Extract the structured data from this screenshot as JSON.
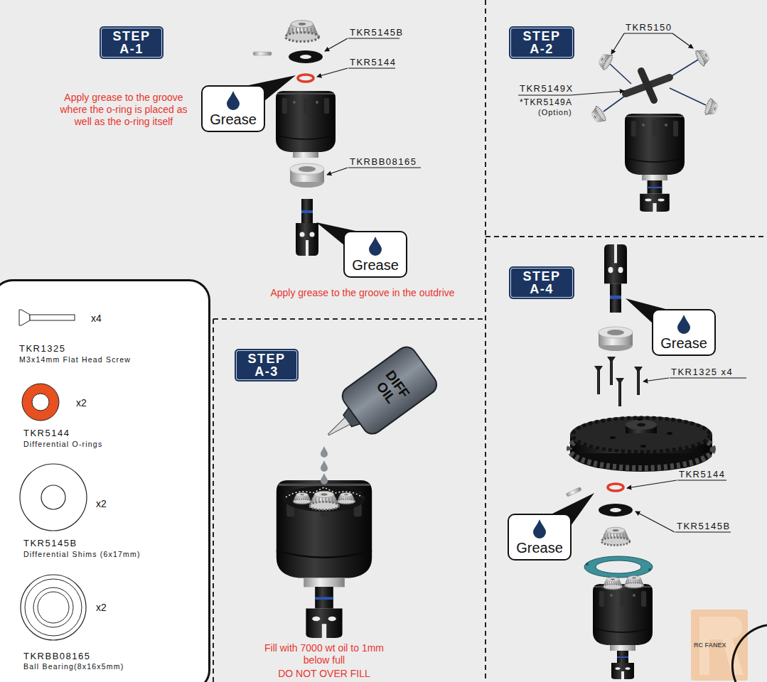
{
  "diagram": {
    "nodes": [
      {
        "text": [
          "STEP A-1"
        ]
      },
      {
        "text": [
          "Grease"
        ]
      },
      {
        "text": [
          "Grease"
        ]
      },
      {
        "text": [
          "STEP A-2"
        ]
      },
      {
        "text": [
          "x4",
          "TKR1325",
          "M3x14mm Flat Head Screw",
          "x2",
          "TKR5144",
          "Differential O-rings",
          "x2",
          "TKR5145B",
          "Differential Shims (6x17mm)",
          "x2",
          "TKRBB08165",
          "Ball Bearing(8x16x5mm)"
        ]
      },
      {
        "text": [
          "STEP A-3"
        ]
      },
      {
        "text": [
          "STEP A-4"
        ]
      },
      {
        "text": [
          "Grease"
        ]
      },
      {
        "text": [
          "Grease"
        ]
      }
    ],
    "labels": [
      "TKR5145B",
      "TKR5144",
      "Apply grease to the groove where the o-ring is placed as well as the o-ring itself",
      "TKRBB08165",
      "Apply grease to the groove in the outdrive",
      "TKR5150",
      "TKR5149X",
      "*TKR5149A",
      "(Option)",
      "DIFF OIL",
      "Fill with 7000 wt oil to 1mm below full",
      "DO NOT OVER FILL",
      "TKR1325 x4",
      "TKR5144",
      "TKR5145B",
      "RC FANEX"
    ]
  }
}
